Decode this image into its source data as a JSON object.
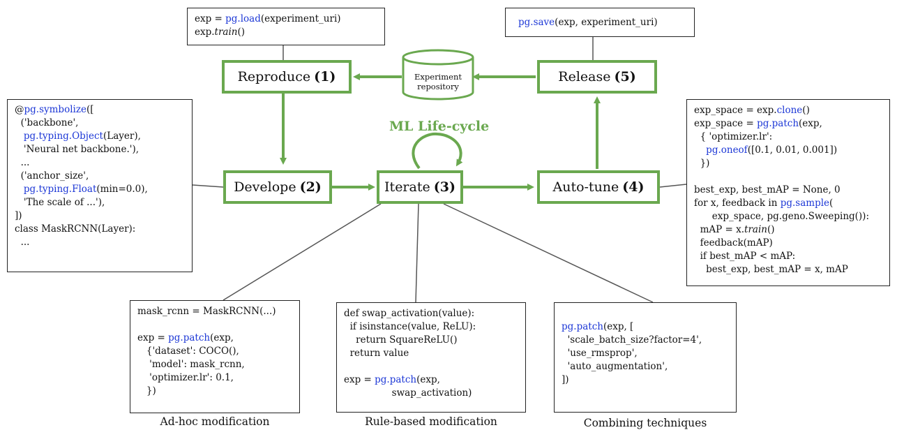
{
  "title": "ML Life-cycle",
  "colors": {
    "stage_border": "#6aa84f",
    "api_text": "#1c37d6",
    "connector": "#555555"
  },
  "repository": {
    "line1": "Experiment",
    "line2": "repository"
  },
  "stages": {
    "reproduce": {
      "label": "Reproduce",
      "num": "(1)"
    },
    "develope": {
      "label": "Develope",
      "num": "(2)"
    },
    "iterate": {
      "label": "Iterate",
      "num": "(3)"
    },
    "autotune": {
      "label": "Auto-tune",
      "num": "(4)"
    },
    "release": {
      "label": "Release",
      "num": "(5)"
    }
  },
  "snippets": {
    "load": [
      [
        {
          "t": "exp = "
        },
        {
          "t": "pg.load",
          "c": "api"
        },
        {
          "t": "(experiment_uri)"
        }
      ],
      [
        {
          "t": "exp."
        },
        {
          "t": "train",
          "c": "it"
        },
        {
          "t": "()"
        }
      ]
    ],
    "save": [
      [
        {
          "t": "pg.save",
          "c": "api"
        },
        {
          "t": "(exp, experiment_uri)"
        }
      ]
    ],
    "symbolize": [
      [
        {
          "t": "@"
        },
        {
          "t": "pg.symbolize",
          "c": "api"
        },
        {
          "t": "(["
        }
      ],
      [
        {
          "t": "  ('backbone',"
        }
      ],
      [
        {
          "t": "   "
        },
        {
          "t": "pg.typing.Object",
          "c": "api"
        },
        {
          "t": "(Layer),"
        }
      ],
      [
        {
          "t": "   'Neural net backbone.'),"
        }
      ],
      [
        {
          "t": "  ..."
        }
      ],
      [
        {
          "t": "  ('anchor_size',"
        }
      ],
      [
        {
          "t": "   "
        },
        {
          "t": "pg.typing.Float",
          "c": "api"
        },
        {
          "t": "(min=0.0),"
        }
      ],
      [
        {
          "t": "   'The scale of ...'),"
        }
      ],
      [
        {
          "t": "])"
        }
      ],
      [
        {
          "t": "class MaskRCNN(Layer):"
        }
      ],
      [
        {
          "t": "  ..."
        }
      ]
    ],
    "autotune": [
      [
        {
          "t": "exp_space = exp."
        },
        {
          "t": "clone",
          "c": "api"
        },
        {
          "t": "()"
        }
      ],
      [
        {
          "t": "exp_space = "
        },
        {
          "t": "pg.patch",
          "c": "api"
        },
        {
          "t": "(exp,"
        }
      ],
      [
        {
          "t": "  { 'optimizer.lr':"
        }
      ],
      [
        {
          "t": "    "
        },
        {
          "t": "pg.oneof",
          "c": "api"
        },
        {
          "t": "([0.1, 0.01, 0.001])"
        }
      ],
      [
        {
          "t": "  })"
        }
      ],
      [
        {
          "t": ""
        }
      ],
      [
        {
          "t": "best_exp, best_mAP = None, 0"
        }
      ],
      [
        {
          "t": "for x, feedback in "
        },
        {
          "t": "pg.sample",
          "c": "api"
        },
        {
          "t": "("
        }
      ],
      [
        {
          "t": "      exp_space, pg.geno.Sweeping()):"
        }
      ],
      [
        {
          "t": "  mAP = x."
        },
        {
          "t": "train",
          "c": "it"
        },
        {
          "t": "()"
        }
      ],
      [
        {
          "t": "  feedback(mAP)"
        }
      ],
      [
        {
          "t": "  if best_mAP < mAP:"
        }
      ],
      [
        {
          "t": "    best_exp, best_mAP = x, mAP"
        }
      ]
    ],
    "adhoc": [
      [
        {
          "t": "mask_rcnn = MaskRCNN(...)"
        }
      ],
      [
        {
          "t": ""
        }
      ],
      [
        {
          "t": "exp = "
        },
        {
          "t": "pg.patch",
          "c": "api"
        },
        {
          "t": "(exp,"
        }
      ],
      [
        {
          "t": "   {'dataset': COCO(),"
        }
      ],
      [
        {
          "t": "    'model': mask_rcnn,"
        }
      ],
      [
        {
          "t": "    'optimizer.lr': 0.1,"
        }
      ],
      [
        {
          "t": "   })"
        }
      ]
    ],
    "rule": [
      [
        {
          "t": "def swap_activation(value):"
        }
      ],
      [
        {
          "t": "  if isinstance(value, ReLU):"
        }
      ],
      [
        {
          "t": "    return SquareReLU()"
        }
      ],
      [
        {
          "t": "  return value"
        }
      ],
      [
        {
          "t": ""
        }
      ],
      [
        {
          "t": "exp = "
        },
        {
          "t": "pg.patch",
          "c": "api"
        },
        {
          "t": "(exp,"
        }
      ],
      [
        {
          "t": "                swap_activation)"
        }
      ]
    ],
    "combine": [
      [
        {
          "t": "pg.patch",
          "c": "api"
        },
        {
          "t": "(exp, ["
        }
      ],
      [
        {
          "t": "  'scale_batch_size?factor=4',"
        }
      ],
      [
        {
          "t": "  'use_rmsprop',"
        }
      ],
      [
        {
          "t": "  'auto_augmentation',"
        }
      ],
      [
        {
          "t": "])"
        }
      ]
    ]
  },
  "captions": {
    "adhoc": "Ad-hoc modification",
    "rule": "Rule-based modification",
    "combine": "Combining techniques"
  }
}
